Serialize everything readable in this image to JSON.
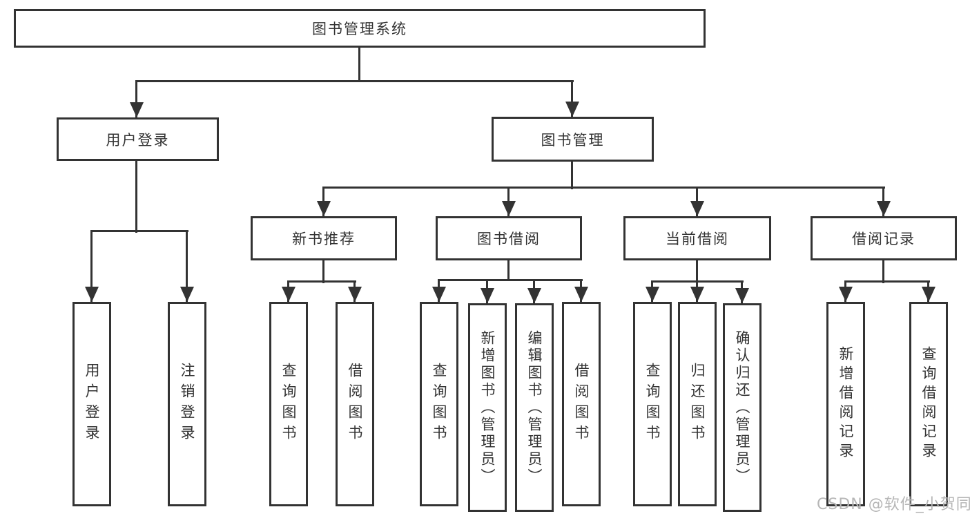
{
  "tree": {
    "root": {
      "label": "图书管理系统"
    },
    "branches": [
      {
        "label": "用户登录",
        "children": [
          {
            "label": "用户登录"
          },
          {
            "label": "注销登录"
          }
        ]
      },
      {
        "label": "图书管理",
        "groups": [
          {
            "label": "新书推荐",
            "children": [
              {
                "label": "查询图书"
              },
              {
                "label": "借阅图书"
              }
            ]
          },
          {
            "label": "图书借阅",
            "children": [
              {
                "label": "查询图书"
              },
              {
                "label": "新增图书（管理员）"
              },
              {
                "label": "编辑图书（管理员）"
              },
              {
                "label": "借阅图书"
              }
            ]
          },
          {
            "label": "当前借阅",
            "children": [
              {
                "label": "查询图书"
              },
              {
                "label": "归还图书"
              },
              {
                "label": "确认归还（管理员）"
              }
            ]
          },
          {
            "label": "借阅记录",
            "children": [
              {
                "label": "新增借阅记录"
              },
              {
                "label": "查询借阅记录"
              }
            ]
          }
        ]
      }
    ]
  },
  "watermark": "CSDN @软件_小贺同学",
  "colors": {
    "line": "#333333",
    "text": "#333333",
    "background": "#ffffff",
    "watermark": "#b6b6b6"
  }
}
